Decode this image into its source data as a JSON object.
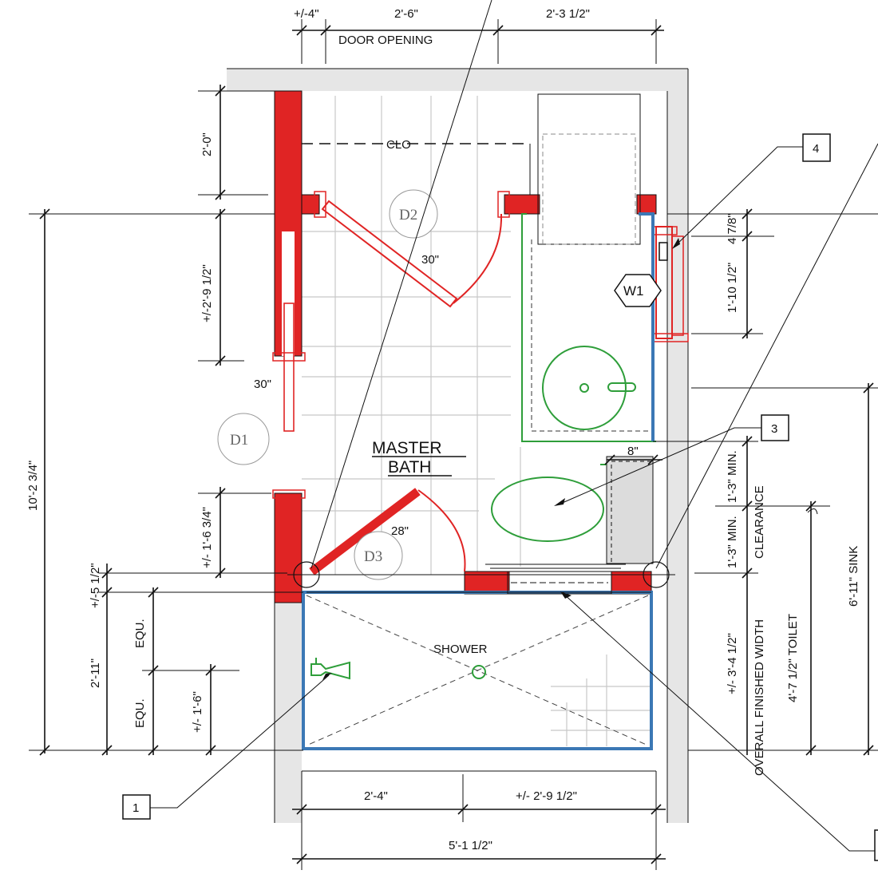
{
  "drawing": {
    "room_name_line1": "MASTER",
    "room_name_line2": "BATH",
    "closet_label": "CLO",
    "shower_label": "SHOWER",
    "door_opening_label": "DOOR OPENING",
    "door_tags": {
      "d1": "D1",
      "d2": "D2",
      "d3": "D3"
    },
    "window_tag": "W1",
    "callouts": [
      "1",
      "3",
      "4"
    ],
    "door_widths": {
      "d1": "30\"",
      "d2": "30\"",
      "d3": "28\""
    }
  },
  "dimensions": {
    "top": {
      "left_offset": "+/-4\"",
      "door_opening": "2'-6\"",
      "right_run": "2'-3 1/2\""
    },
    "left": {
      "overall": "10'-2 3/4\"",
      "closet": "2'-0\"",
      "door_d1_upper": "+/-2'-9 1/2\"",
      "door_d1_lower": "+/- 1'-6 3/4\"",
      "curb": "+/-5 1/2\"",
      "shower_depth": "2'-11\"",
      "equ_upper": "EQU.",
      "equ_lower": "EQU.",
      "valve_height": "+/- 1'-6\""
    },
    "right": {
      "window_offset": "4 7/8\"",
      "window_width": "1'-10 1/2\"",
      "toilet_clear_side": "8\"",
      "clearance_top": "1'-3\" MIN.",
      "clearance_label": "CLEARANCE",
      "clearance_bottom": "1'-3\" MIN.",
      "overall_finished": "+/- 3'-4 1/2\"",
      "overall_finished_label": "OVERALL  FINISHED WIDTH",
      "toilet": "4'-7 1/2\" TOILET",
      "sink": "6'-11\" SINK"
    },
    "bottom": {
      "shower_left": "2'-4\"",
      "shower_right": "+/- 2'-9 1/2\"",
      "overall": "5'-1 1/2\""
    }
  }
}
